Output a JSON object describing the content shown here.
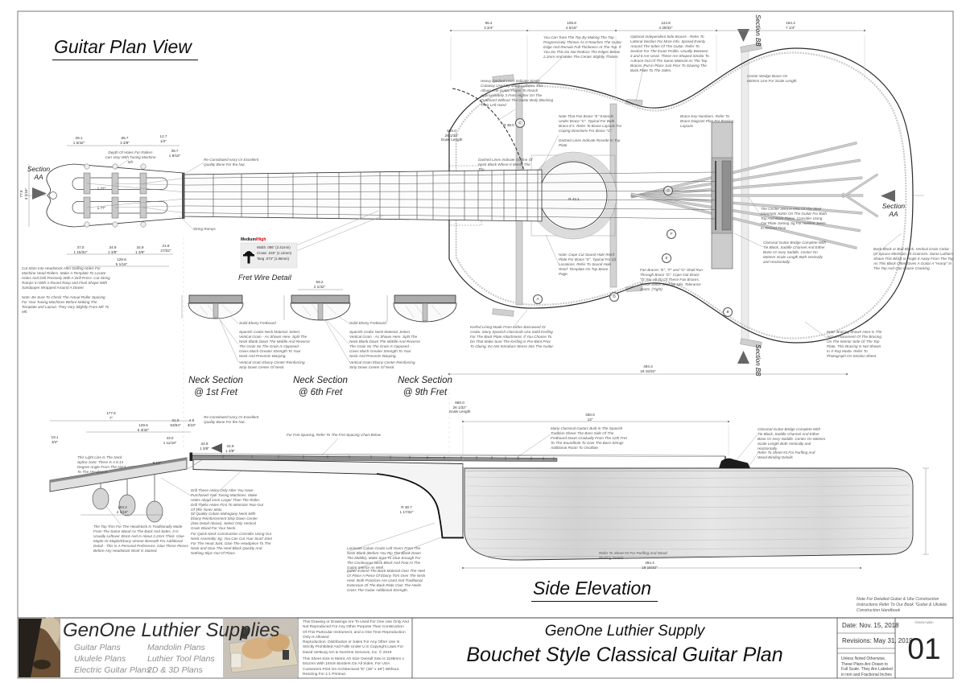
{
  "colors": {
    "accent_red": "#cc0000",
    "line_dark": "#2a2a2a",
    "brace_gray": "#cfcfcf"
  },
  "titles": {
    "plan": "Guitar Plan View",
    "side": "Side Elevation"
  },
  "markers": {
    "aa": "Section\nAA",
    "bb": "Section BB"
  },
  "brace_letters": [
    "A",
    "B",
    "C",
    "D",
    "E",
    "F",
    "G"
  ],
  "fretwire": {
    "grade_plain": "Medium",
    "grade_accent": "/High",
    "specs": [
      "Width .095\" (2.41mm)",
      "Crown .045\" (1.14mm)",
      "Tang  .073\" (1.85mm)"
    ],
    "label": "Fret Wire Detail"
  },
  "neck_sections": {
    "titles": [
      "Neck Section\n@ 1st Fret",
      "Neck Section\n@ 6th Fret",
      "Neck Section\n@ 9th Fret"
    ],
    "note_fretboard": "Solid Ebony Fretboard",
    "note_cedar": "Spanish Cedar Neck Material. Select Vertical Grain - As Shown Here. Split The Neck Blank Down The Middle And Reverse The Grain So The Grain Is Opposed - Gives Much Greater Strength To Your Neck And Prevents Warping.",
    "note_strip": "Vertical Grain Ebony Center Reinforcing Strip Down Center Of Neck."
  },
  "notes": {
    "heavy_dashed": "Heavy Dashed Lines Indicate Single Cutaway Used By Many Luthiers. This Allows The Guitar Player To Reach Approximately 3 Frets Higher On The Fretboard Without The Guitar Body Blocking Their Left Hand",
    "tune_top": "You Can Tune The Top By Making The Top Progressively Thinner As It Reaches The Guitar Edge And Remain Full Thickness At The Top. If You Do This Do Not Reduce The Edges Below 2.2mm And Make The Center Slightly Thicker.",
    "side_braces": "Optional Independent Side Braces - Refer To Latteral Section For More Info. Spread Evenly Around The Sides Of The Guitar. Refer To Section For The Exact Profile. Usually Between 6 and 8 Are Used. These Are Shaped Similar To A Brace Out Of The Same Material As The Top Braces. Put In Place Just Prior To Glueing The Back Plate To The Sides.",
    "center_wedge": "Center Wedge Brace On 660mm Line For Scale Length",
    "fan_brace_e": "Note That Fan Brace \"E\" Extends Under Brace \"C\". Typical For Both Brace E's. Refer To Brace Layouts For Coping Directions For Brace \"C\".\n\nDashed Lines Indicate Rosette In Top Plate",
    "brace_key": "Brace Key Numbers. Refer To Brace Diagram Plan For Bracing Layouts",
    "dashed_outline": "Dashed Lines Indicate Outline Of Neck Block Where It Meets The Top",
    "nut": "Re-Constituted Ivory Or Excellent Quality Bone For the Nut.",
    "depth_holes": "Depth Of Holes For Rollers Can Vary With Tuning Machine Mfr",
    "string_ramps": "String Ramps",
    "cut_slots": "Cut Slots Into Headstock After Drilling Holes For Machine Head Rollers. Make A Template To Locate Holes And Drill Precisely With A Drill Press. Cut String Ramps In With A Round Rasp and Final Shape With Sandpaper Wrapped Around A Dowel.",
    "roller_check": "Note: Be Sure To Check The Actual Roller Spacing For Your Tuning Machines Before Making The Template and Layout. They Vary Slightly From Mfr To Mfr.",
    "cope_cut": "Note: Cope Cut Sound Hole Reinf. Plate For Brace \"E\". Typical For (2) Locations. Refer To Sound Hole Reinf. Template On Top Brace Page.",
    "center_joint": "The Center Joint Is One Of The Most Important Joints On The Guitar For Both Top And Back Plates. Consider Using Our Plate Joining Jig For Hairline Joints In Record Time",
    "bridge": "Classical Guitar Bridge Complete With Tie Block, Saddle Channel And Either Bone Or Ivory Saddle. Center On 660mm Scale Length Both Vertically and Horizontally.",
    "fan_run": "Fan Braces \"E\", \"F\" and \"G\" Shall Run Through Brace \"D\". Cope Out Brace \"D\" For All (5) Of These Fan Braces. These Joints Shall Be Min. Tolerance Joints. (Tight)",
    "back_block": "Back Block or Butt Block. Vertical Grain Cedar Or Spruce Minimum 20 Grains/In. Some Luthiers Shave This Block or Angle It Away From The Top As This Block Often Gives A Guitar A \"Hump\" In The Top And Can Cause Cracking.",
    "kerfed": "Kerfed Lining Made From Either Basswood Or Cedar. Many Spanish Classicals Use Solid Kerfing For The Back Plate Attachment. If You Choose To Do That Make Sure The Kerfing Is Pre-Bent Prior To Gluing. Do Not Introduce Stress Into The Guitar.",
    "bracing_actual": "Note: Bracing Shown Here Is The Actual Placement Of The Bracing On The Interior Side Of The Top Plate. This Bracing Is Not Shown In X-Ray Mode. Refer To Photograph On Section Sheet.",
    "fret_spacing": "For Fret Spacing, Refer To The Fret Spacing Chart Below",
    "neck_splice": "This Light Line Is The Neck Splice Joint. There Is A 8.13 Degree Angle From The Neck To The Headpiece",
    "drill_holes": "Drill These Holes Only After You Have Purchased Your Tuning Machines. Make Holes About 1mm Larger Than The Roller. Drill These Holes First To Minimize Tear-Out Of The Tuner Slots.",
    "mahogany": "#1 Quality Cuban Mahogany Neck With Ebony Reinforcement Strip Down Center (See Detail Above). Select Only Vertical Grain Wood For Your Neck.",
    "neck_jig": "For Quick Neck Construction Consider Using Our Neck Assembly Jig. You Can Cut Your Scarf Joint For The Head Joint, Glue The Headpiece To The Neck and Glue The Heel Block Quickly And Nothing Slips Out Of Place.",
    "top_trim": "The Top Trim For The Headstock Is Traditionally Made From The Same Wood As The Back And Sides. It Is Usually Leftover Stock And Is About 2.2mm Thick. Glue Maple Or Maple/Ebony Veneer Beneath For Additional Detail - This Is A Personal Preference. Glue These Pieces Before Any Headstock Work Is Started.",
    "laminate": "Laminate Cuban Cedar Left Overs From The Neck Blank (Before You Rip The Blank Down The Middle). Make Sure To Glue Enough For The Continuous Neck Block And Foot At The Guitar Interior As Well.",
    "back_extend": "Either Extend The Back Material Over The Heel Or Place A Piece Of Ebony Trim Over The Neck Heel. Both Practices Are Used And Traditional. Extension Of The Back Plate Over The Heels Gives The Guitar Additional Strength.",
    "bass_shave": "Many Classical Guitars Built In The Spanish Tradition Shave The Bass Side Of The Fretboard Down Gradually From The 12th Fret To The Soundhole To Give The Bass Strings Additional Room To Oscillate.",
    "purfling": "Refer To Sheet #3 For Purfling And Wood Binding Details"
  },
  "dims": {
    "plan_top": [
      "95.4\n3 3/4\"",
      "109.8\n4 5/16\"",
      "124.8\n4 29/32\"",
      "184.4\n7 1/4\""
    ],
    "plan_width": "494.4\n19 15/32\"",
    "scale_len": "660.0\n26 1/32\"\nScale Length",
    "r_upper": "R 38.0",
    "r_hole": "R 42.1",
    "r_heel": "R 38.7\n1 17/32\"",
    "angle_splice": "8.13°",
    "angle_roller": "1.77°",
    "head_top": [
      "29.1\n1 5/32\"",
      "85.7\n3 3/8\"",
      "12.7\n1/2\"",
      "39.7\n1 9/16\""
    ],
    "head_bottom": [
      "37.0\n1 15/32\"",
      "34.9\n1 3/8\"",
      "34.9\n1 3/8\"",
      "21.8\n27/32\"",
      "126.6\n5 1/16\""
    ],
    "head_width": "77.9\n3 1/16\"",
    "sec_width": "59.2\n2 1/32\"",
    "side_head_len": "177.6\n7\"",
    "side_head2": "129.5\n5 3/32\"",
    "side_21": "21.0\n53/64\"",
    "side_48": "4.8\n3/16\"",
    "side_43": "43.0\n1 11/16\"",
    "side_349a": "34.9\n1 3/8\"",
    "side_349b": "34.9\n1 3/8\"",
    "side_191": "19.1\n3/4\"",
    "side_1032": "103.2\n4 1/16\"",
    "side_330": "330.0\n13\"",
    "side_494": "494.4\n19 15/32\""
  },
  "titleblock": {
    "logo_title": "GenOne Luthier Supplies",
    "cats_col1": [
      "Guitar Plans",
      "Ukulele Plans",
      "Electric Guitar Plans"
    ],
    "cats_col2": [
      "Mandolin Plans",
      "Luthier Tool Plans",
      "2D & 3D Plans"
    ],
    "copy1": "This Drawing or Drawings Are To Used For One Use Only And Not Reproduced For Any Other Purpose Than Construction Of This Particular Instrument, and a One Time Reproduction Only is Allowed",
    "copy2": "Reproduction, Distribution or Sales For Any Other Use Is Strictly Prohibited And Falls Under U.S Copyright Laws For David VerBurg AIA & GenOne Services, Inc. © 2019",
    "copy3": "This Sheet Size Is Metric A0 Size Overall Size is 1189mm x 841mm With 15mm Borders On All Sides. For USA Customers Print On Architectural \"E\" (36\" x 48\") Without Resizing For 1:1 Printout.",
    "main1": "GenOne Luthier Supply",
    "main2": "Bouchet Style Classical Guitar Plan",
    "book_note": "Note For Detailed Guitar & Uke Construction Instructions Refer To Our Book \"Guitar & Ukulele Construction Handbook",
    "date": "Date: Nov. 15, 2018",
    "revisions": "Revisions: May 31, 2019",
    "scale_note": "Unless Noted Otherwise, These Plans Are Drawn to Full Scale. They Are Labeled in mm and Fractional Inches",
    "file": "classicAplan",
    "sheet": "01"
  }
}
